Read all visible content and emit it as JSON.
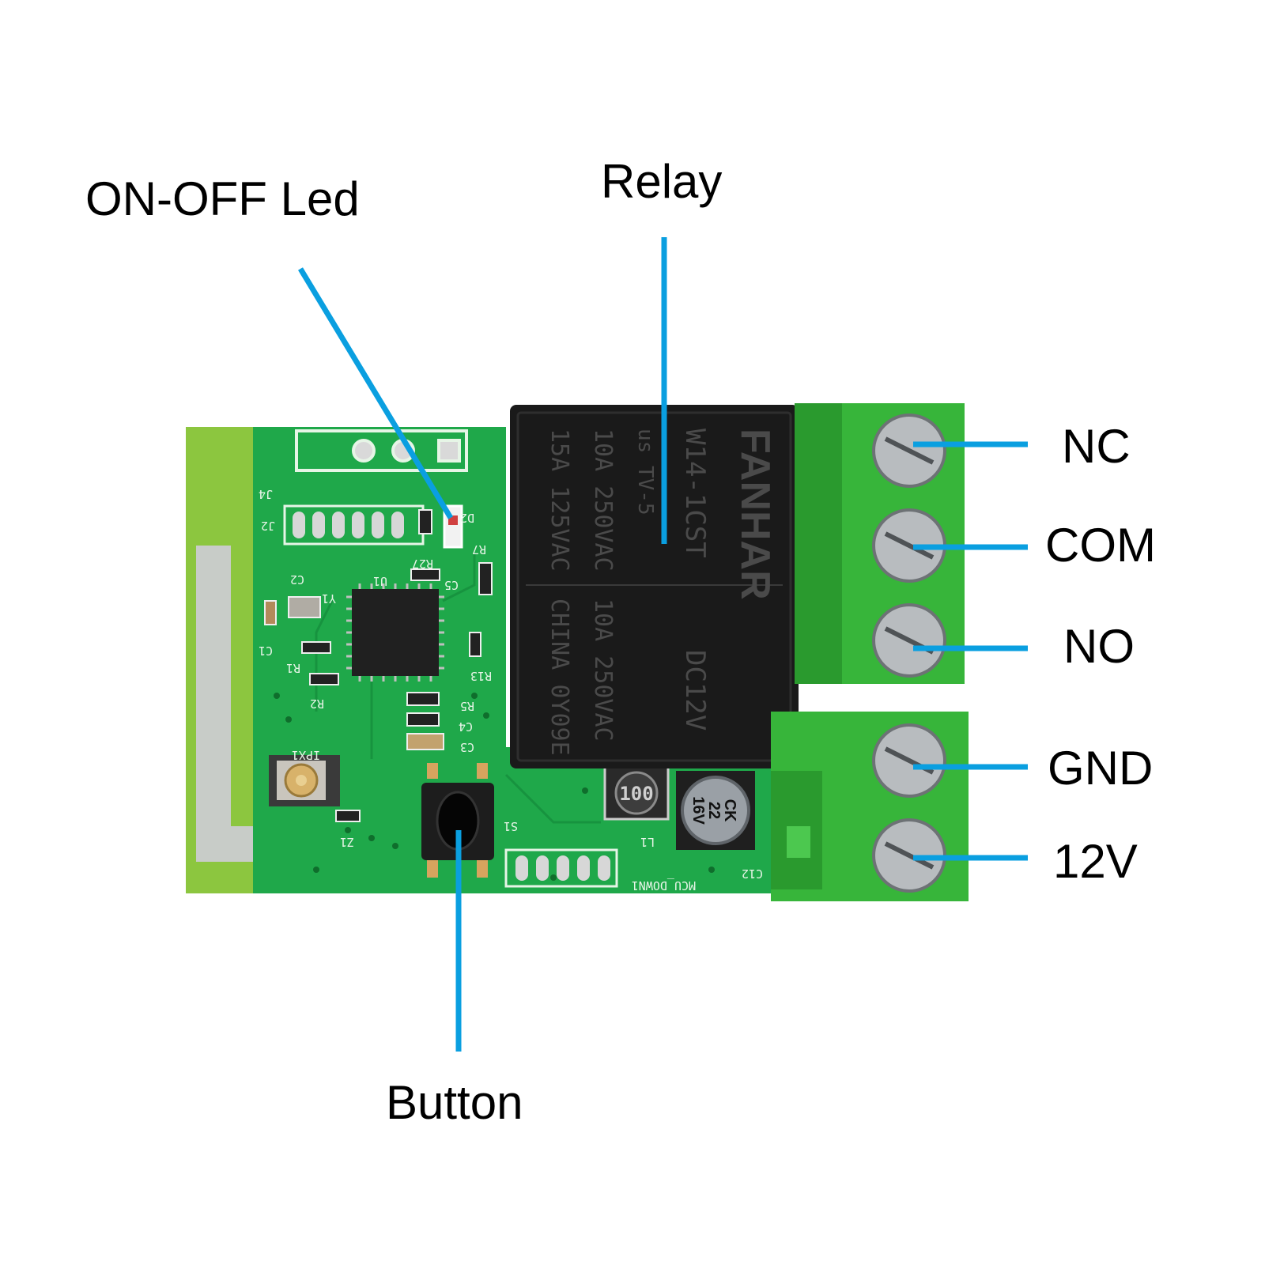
{
  "labels": {
    "led": "ON-OFF Led",
    "relay": "Relay",
    "button": "Button",
    "terminals": [
      "NC",
      "COM",
      "NO",
      "GND",
      "12V"
    ]
  },
  "relay_marking": {
    "brand": "FANHAR",
    "model": "W14-1CST",
    "coil": "DC12V",
    "cert": "us TV-5",
    "rating_1": "10A 250VAC",
    "rating_2": "15A 125VAC",
    "rating_3": "10A 250VAC",
    "origin": "CHINA 0Y09E"
  },
  "capacitor_marking": {
    "line1": "CK",
    "line2": "22",
    "line3": "16V"
  },
  "inductor_marking": "100",
  "silkscreen": {
    "j4": "J4",
    "j2": "J2",
    "d2": "D2",
    "r27": "R27",
    "r7": "R7",
    "c5": "C5",
    "u1": "U1",
    "y1": "Y1",
    "c2": "C2",
    "c1": "C1",
    "r1": "R1",
    "r2": "R2",
    "r13": "R13",
    "r5": "R5",
    "c4": "C4",
    "c3": "C3",
    "ipx1": "IPX1",
    "z1": "Z1",
    "s1": "S1",
    "l1": "L1",
    "c12": "C12",
    "mcu": "MCU_DOWN1"
  },
  "colors": {
    "pointer": "#0a9fe0",
    "pcb": "#1fa84a",
    "pcb_dark": "#15873a",
    "terminal": "#37b53a",
    "relay": "#1a1a1a",
    "label": "#000000"
  }
}
